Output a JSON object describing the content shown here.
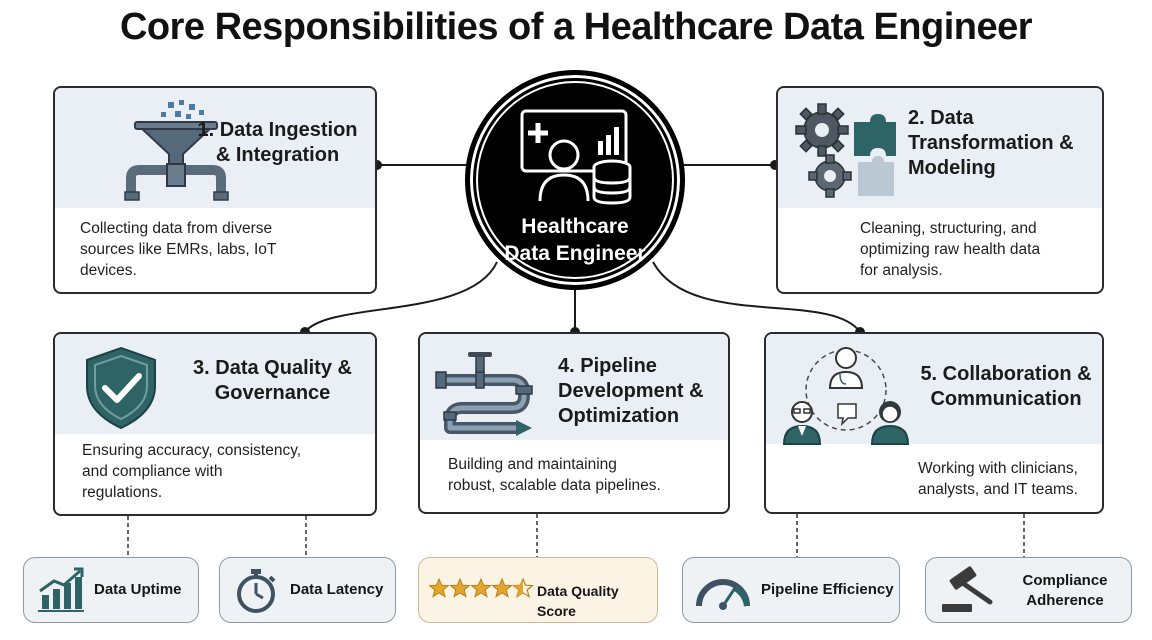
{
  "title": "Core Responsibilities of a Healthcare Data Engineer",
  "hub": {
    "line1": "Healthcare",
    "line2": "Data Engineer"
  },
  "cards": [
    {
      "title_l1": "1. Data Ingestion",
      "title_l2": "& Integration",
      "title_l3": "",
      "desc_l1": "Collecting data from diverse",
      "desc_l2": "sources like EMRs, labs, IoT",
      "desc_l3": "devices."
    },
    {
      "title_l1": "2. Data",
      "title_l2": "Transformation &",
      "title_l3": "Modeling",
      "desc_l1": "Cleaning, structuring, and",
      "desc_l2": "optimizing raw health data",
      "desc_l3": "for analysis."
    },
    {
      "title_l1": "3. Data Quality &",
      "title_l2": "Governance",
      "title_l3": "",
      "desc_l1": "Ensuring accuracy, consistency,",
      "desc_l2": "and compliance with",
      "desc_l3": "regulations."
    },
    {
      "title_l1": "4. Pipeline",
      "title_l2": "Development &",
      "title_l3": "Optimization",
      "desc_l1": "Building and maintaining",
      "desc_l2": "robust, scalable data pipelines.",
      "desc_l3": ""
    },
    {
      "title_l1": "5. Collaboration &",
      "title_l2": "Communication",
      "title_l3": "",
      "desc_l1": "Working with clinicians,",
      "desc_l2": "analysts, and IT teams.",
      "desc_l3": ""
    }
  ],
  "metrics": [
    {
      "label_l1": "Data Uptime",
      "label_l2": ""
    },
    {
      "label_l1": "Data Latency",
      "label_l2": ""
    },
    {
      "label_l1": "Data Quality Score",
      "label_l2": ""
    },
    {
      "label_l1": "Pipeline Efficiency",
      "label_l2": ""
    },
    {
      "label_l1": "Compliance",
      "label_l2": "Adherence"
    }
  ],
  "colors": {
    "teal": "#2f6466",
    "slate": "#4a5a6a",
    "card_header": "#e9eff4",
    "star_gold": "#e3a72f",
    "outline": "#2b2b2b"
  }
}
